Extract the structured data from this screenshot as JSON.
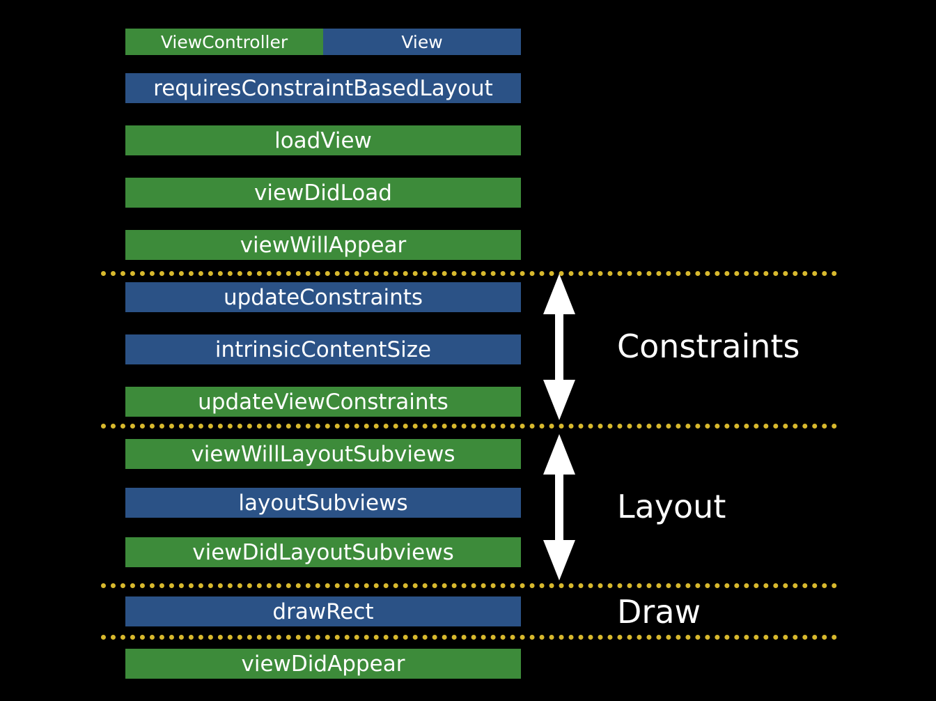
{
  "colors": {
    "background": "#000000",
    "viewcontroller": "#3d8b3a",
    "view": "#2b5286",
    "divider": "#d8b92e",
    "text": "#ffffff"
  },
  "legend": {
    "viewcontroller_label": "ViewController",
    "view_label": "View"
  },
  "methods": [
    {
      "label": "requiresConstraintBasedLayout",
      "owner": "View"
    },
    {
      "label": "loadView",
      "owner": "ViewController"
    },
    {
      "label": "viewDidLoad",
      "owner": "ViewController"
    },
    {
      "label": "viewWillAppear",
      "owner": "ViewController"
    },
    {
      "label": "updateConstraints",
      "owner": "View"
    },
    {
      "label": "intrinsicContentSize",
      "owner": "View"
    },
    {
      "label": "updateViewConstraints",
      "owner": "ViewController"
    },
    {
      "label": "viewWillLayoutSubviews",
      "owner": "ViewController"
    },
    {
      "label": "layoutSubviews",
      "owner": "View"
    },
    {
      "label": "viewDidLayoutSubviews",
      "owner": "ViewController"
    },
    {
      "label": "drawRect",
      "owner": "View"
    },
    {
      "label": "viewDidAppear",
      "owner": "ViewController"
    }
  ],
  "phases": {
    "constraints": "Constraints",
    "layout": "Layout",
    "draw": "Draw"
  }
}
